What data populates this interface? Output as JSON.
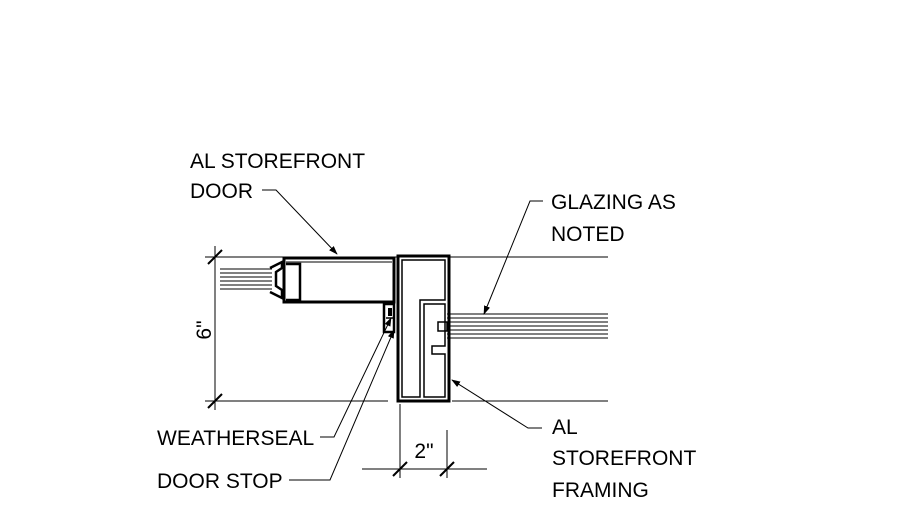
{
  "labels": {
    "door_line1": "AL STOREFRONT",
    "door_line2": "DOOR",
    "glazing_line1": "GLAZING AS",
    "glazing_line2": "NOTED",
    "weatherseal": "WEATHERSEAL",
    "door_stop": "DOOR STOP",
    "framing_line1": "AL",
    "framing_line2": "STOREFRONT",
    "framing_line3": "FRAMING"
  },
  "dimensions": {
    "height": "6\"",
    "width": "2\""
  },
  "colors": {
    "line": "#000000",
    "background": "#ffffff"
  }
}
